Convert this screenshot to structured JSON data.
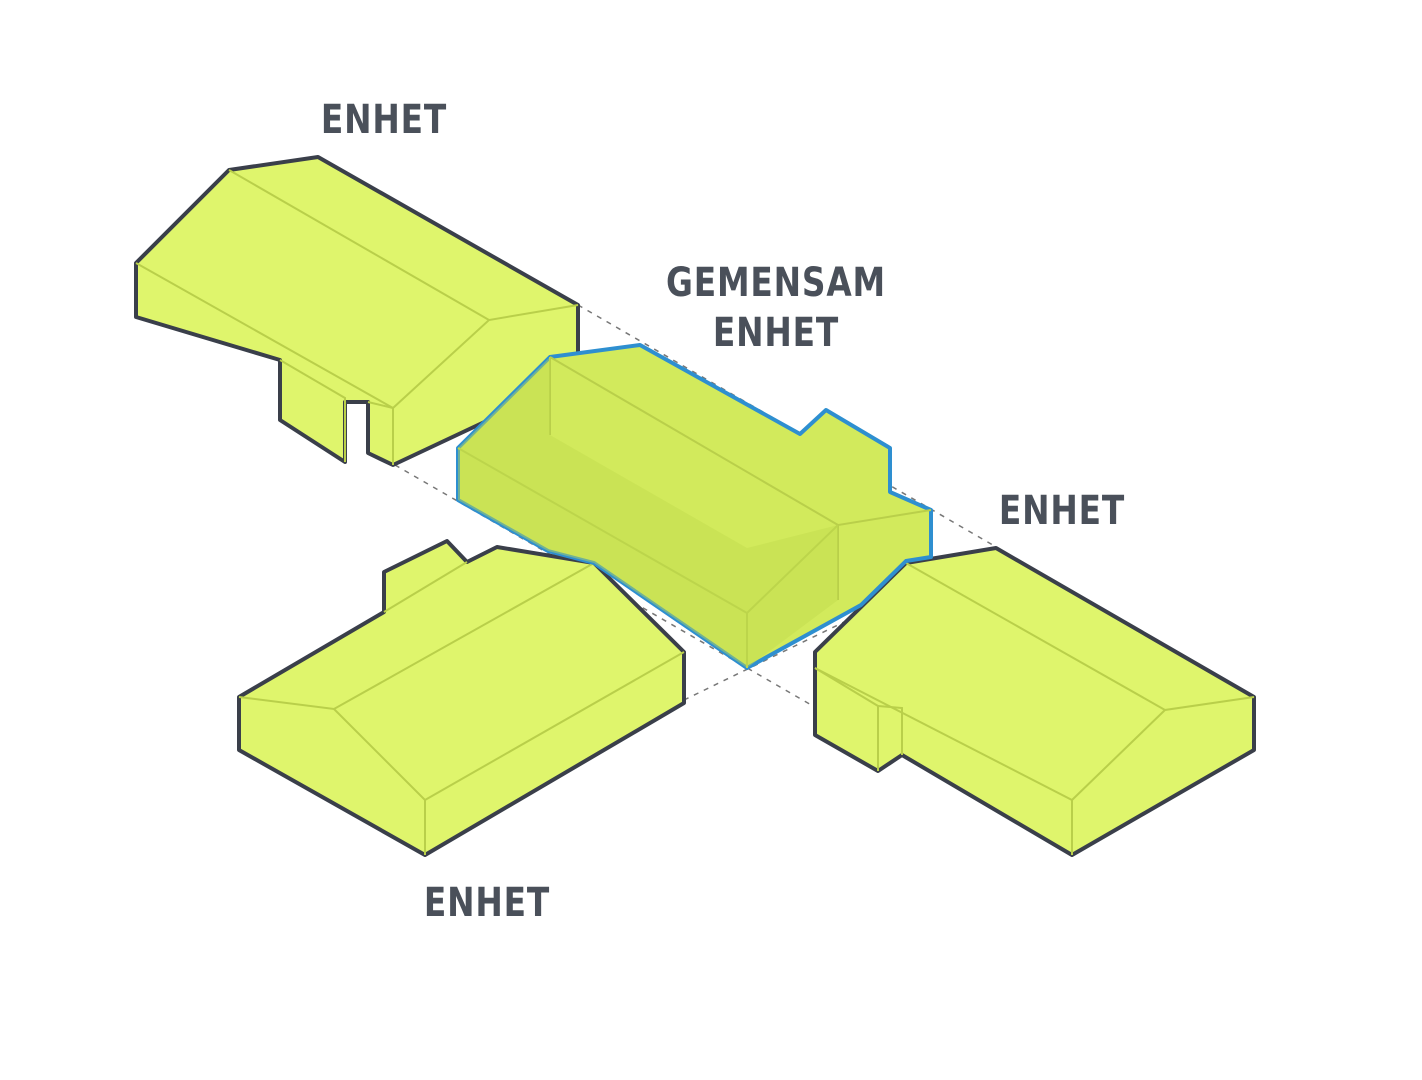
{
  "colors": {
    "background": "#ffffff",
    "building_fill": "#dff56c",
    "building_fill_shared": "#cfe85a",
    "outline": "#3a3f4a",
    "shared_outline": "#2e8fd0",
    "inner_line": "#b9cf4a",
    "label_text": "#4a505a",
    "dashed_line": "#777777"
  },
  "labels": {
    "unit_top_left": "ENHET",
    "shared_line1": "GEMENSAM",
    "shared_line2": "ENHET",
    "unit_right": "ENHET",
    "unit_bottom_left": "ENHET"
  }
}
